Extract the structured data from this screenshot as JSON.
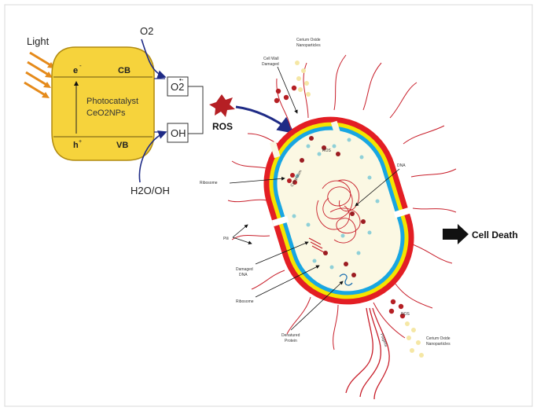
{
  "light": "Light",
  "photocatalyst": {
    "cb": "CB",
    "vb": "VB",
    "electron": "e",
    "hole": "h",
    "name_line1": "Photocatalyst",
    "name_line2": "CeO2NPs"
  },
  "oxygen": "O2",
  "water": "H2O/OH",
  "radical_superoxide": "O2",
  "radical_hydroxyl": "OH",
  "ros": "ROS",
  "cell_death": "Cell Death",
  "labels": {
    "np_top": [
      "Cerium Oxide",
      "Nanoparticles"
    ],
    "cell_wall_damaged": [
      "Cell Wall",
      "Damaged"
    ],
    "ros_inside": "ROS",
    "ribosome_left": "Ribosome",
    "cytoplasm": "Cytoplasm",
    "dna": "DNA",
    "pili": "Pili",
    "damaged_dna": [
      "Damaged",
      "DNA"
    ],
    "ribosome_bottom": "Ribosome",
    "denatured_protein": [
      "Denatured",
      "Protein"
    ],
    "ros_outside": "ROS",
    "np_bottom": [
      "Cerium Oxide",
      "Nanoparticles"
    ],
    "flagella": "Flagella"
  },
  "colors": {
    "catalyst_fill": "#f6d33c",
    "catalyst_stroke": "#b08a10",
    "outer_wall": "#e31e24",
    "yellow_layer": "#f4e400",
    "blue_layer": "#18a6e2",
    "cytoplasm": "#fbf8e3",
    "ros_star": "#b51f24",
    "arrow_blue": "#1f2b86",
    "pili": "#c81e2a"
  }
}
